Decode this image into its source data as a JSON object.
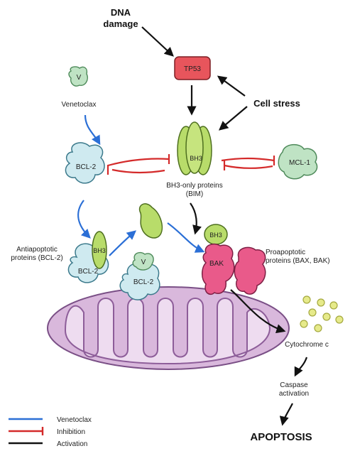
{
  "labels": {
    "dna_damage_line1": "DNA",
    "dna_damage_line2": "damage",
    "tp53": "TP53",
    "cell_stress": "Cell stress",
    "venetoclax_v": "V",
    "venetoclax": "Venetoclax",
    "bcl2": "BCL-2",
    "bh3": "BH3",
    "bh3_only_line1": "BH3-only proteins",
    "bh3_only_line2": "(BIM)",
    "mcl1": "MCL-1",
    "antiapoptotic_line1": "Antiapoptotic",
    "antiapoptotic_line2": "proteins (BCL-2)",
    "bak": "BAK",
    "proapoptotic_line1": "Proapoptotic",
    "proapoptotic_line2": "proteins (BAX, BAK)",
    "cytochrome_c": "Cytochrome c",
    "caspase_line1": "Caspase",
    "caspase_line2": "activation",
    "apoptosis": "APOPTOSIS"
  },
  "legend": [
    {
      "label": "Venetoclax",
      "color": "#2b6fd6",
      "kind": "arrow"
    },
    {
      "label": "Inhibition",
      "color": "#d42a2a",
      "kind": "inhibition"
    },
    {
      "label": "Activation",
      "color": "#111111",
      "kind": "arrow"
    }
  ],
  "colors": {
    "venetoclax": "#2b6fd6",
    "inhibition": "#d42a2a",
    "activation": "#111111",
    "bcl2_fill": "#cfeaf0",
    "bh3_fill": "#b8dc6a",
    "tp53_fill": "#e8555c",
    "bak_fill": "#e95a8a",
    "mito_fill": "#d9b8dc",
    "cyto_fill": "#e6ea8a"
  }
}
